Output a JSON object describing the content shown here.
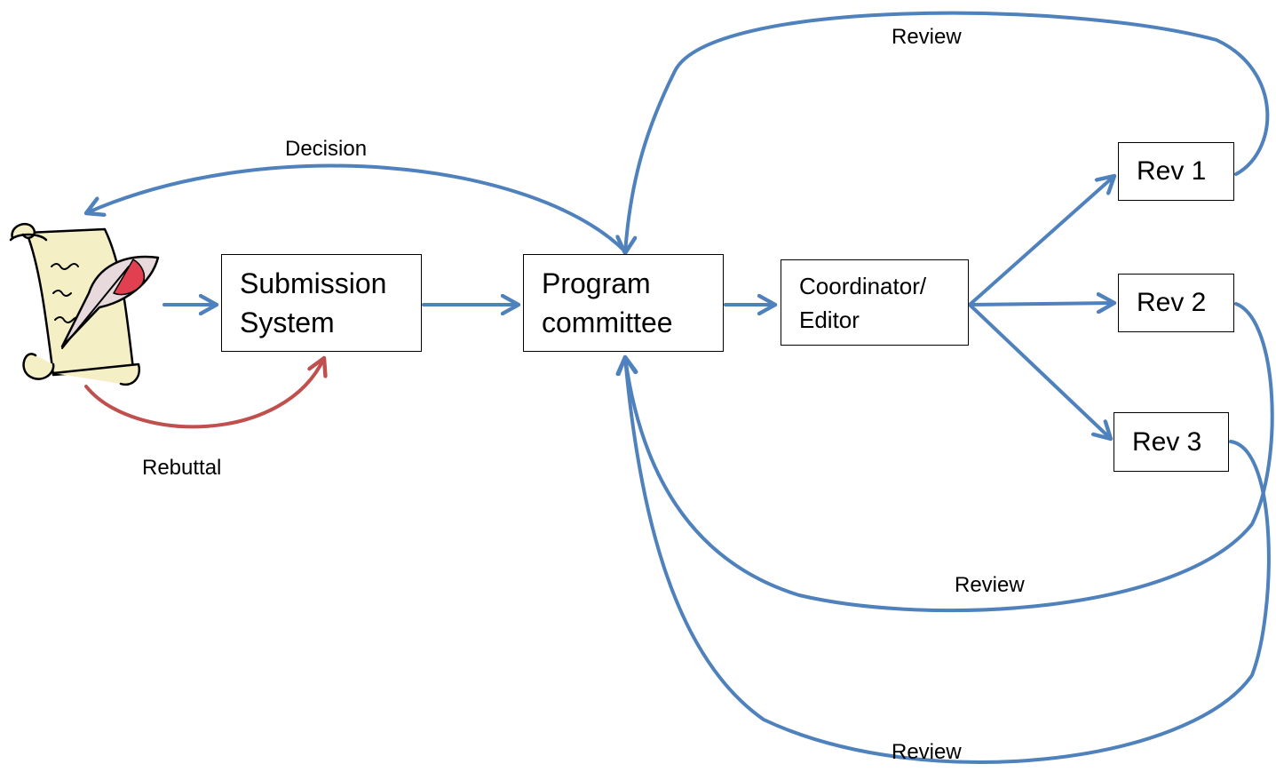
{
  "nodes": {
    "submission": {
      "line1": "Submission",
      "line2": "System"
    },
    "program": {
      "line1": "Program",
      "line2": "committee"
    },
    "coordinator": {
      "line1": "Coordinator/",
      "line2": "Editor"
    },
    "rev1": "Rev 1",
    "rev2": "Rev 2",
    "rev3": "Rev 3"
  },
  "edge_labels": {
    "decision": "Decision",
    "rebuttal": "Rebuttal",
    "review_top": "Review",
    "review_middle": "Review",
    "review_bottom": "Review"
  },
  "icons": {
    "paper": "scroll-quill-icon"
  },
  "colors": {
    "flow": "#4f81bd",
    "rebuttal": "#c0504d",
    "text": "#000000"
  }
}
